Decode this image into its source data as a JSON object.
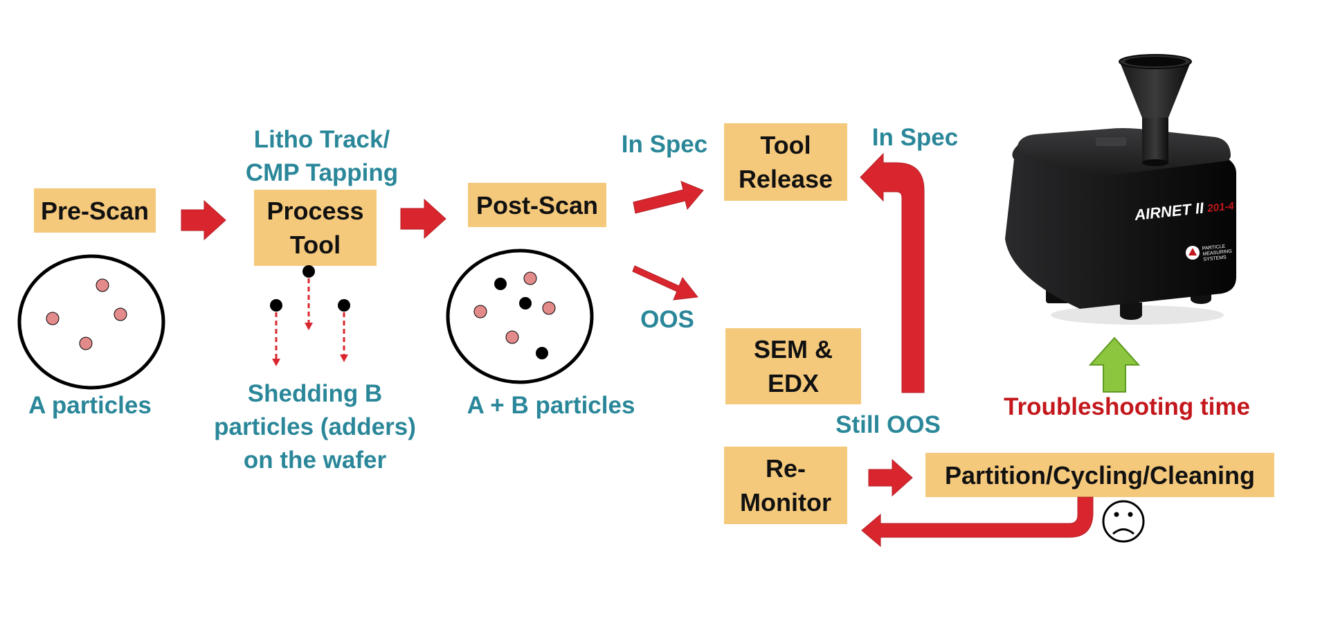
{
  "colors": {
    "box_fill": "#f5c97c",
    "label_teal": "#2a8799",
    "label_red": "#c3171c",
    "arrow_red": "#d9262e",
    "arrow_green": "#8cc63f",
    "particle_a": "#e38a8a",
    "particle_b": "#000000"
  },
  "boxes": {
    "pre_scan": "Pre-Scan",
    "process_tool": "Process\nTool",
    "post_scan": "Post-Scan",
    "tool_release": "Tool\nRelease",
    "sem_edx": "SEM &\nEDX",
    "re_monitor": "Re-\nMonitor",
    "partition": "Partition/Cycling/Cleaning"
  },
  "labels": {
    "litho": "Litho Track/\nCMP Tapping",
    "a_particles": "A particles",
    "shedding": "Shedding B\nparticles (adders)\non the wafer",
    "ab_particles": "A + B particles",
    "in_spec_1": "In Spec",
    "oos": "OOS",
    "in_spec_2": "In Spec",
    "still_oos": "Still OOS",
    "troubleshooting": "Troubleshooting time"
  },
  "device": {
    "brand": "AIRNET II",
    "model": "201-4",
    "maker": "PARTICLE\nMEASURING\nSYSTEMS",
    "icon": "particle-counter-device"
  },
  "icons": {
    "sad_face": "sad-face-icon",
    "wafer": "wafer-icon"
  }
}
